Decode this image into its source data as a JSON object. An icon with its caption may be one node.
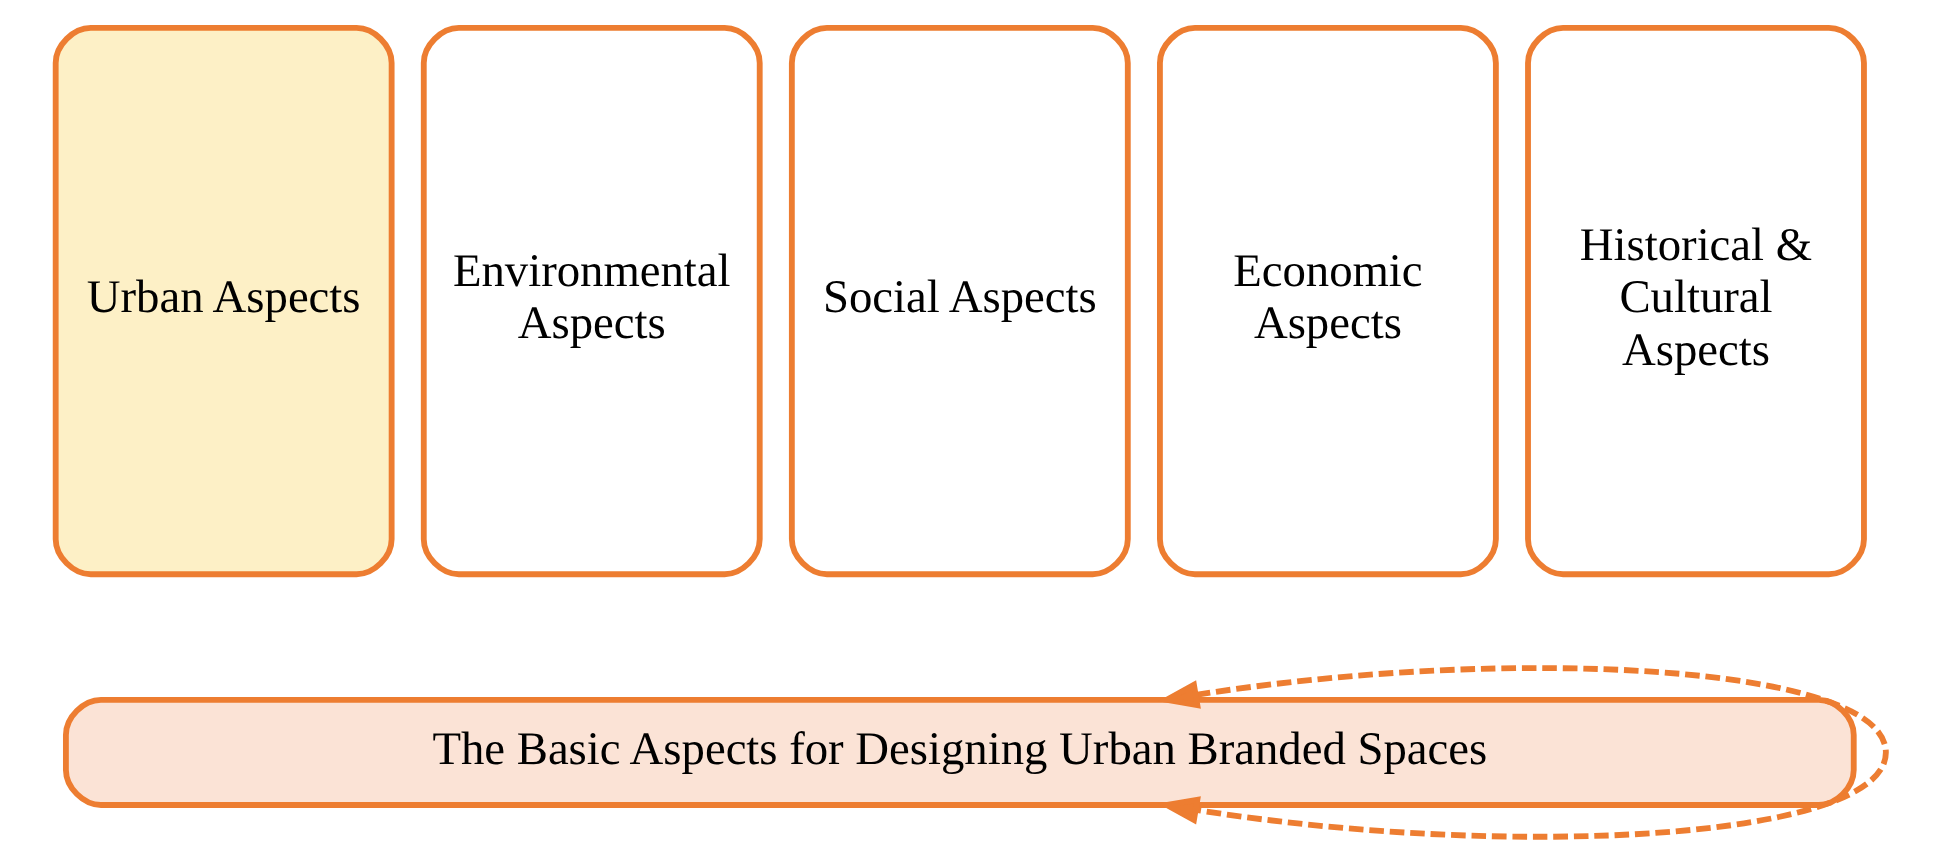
{
  "diagram": {
    "nodes": [
      {
        "text": [
          "Urban Aspects"
        ]
      },
      {
        "text": [
          "Environmental Aspects"
        ]
      },
      {
        "text": [
          "Social Aspects"
        ]
      },
      {
        "text": [
          "Economic Aspects"
        ]
      },
      {
        "text": [
          "Historical & Cultural Aspects"
        ]
      },
      {
        "text": [
          "The Basic Aspects for Designing Urban Branded Spaces"
        ]
      }
    ],
    "edges": [
      {
        "from": 5,
        "to": 5,
        "arrow": "both",
        "style": "dashed"
      }
    ]
  }
}
